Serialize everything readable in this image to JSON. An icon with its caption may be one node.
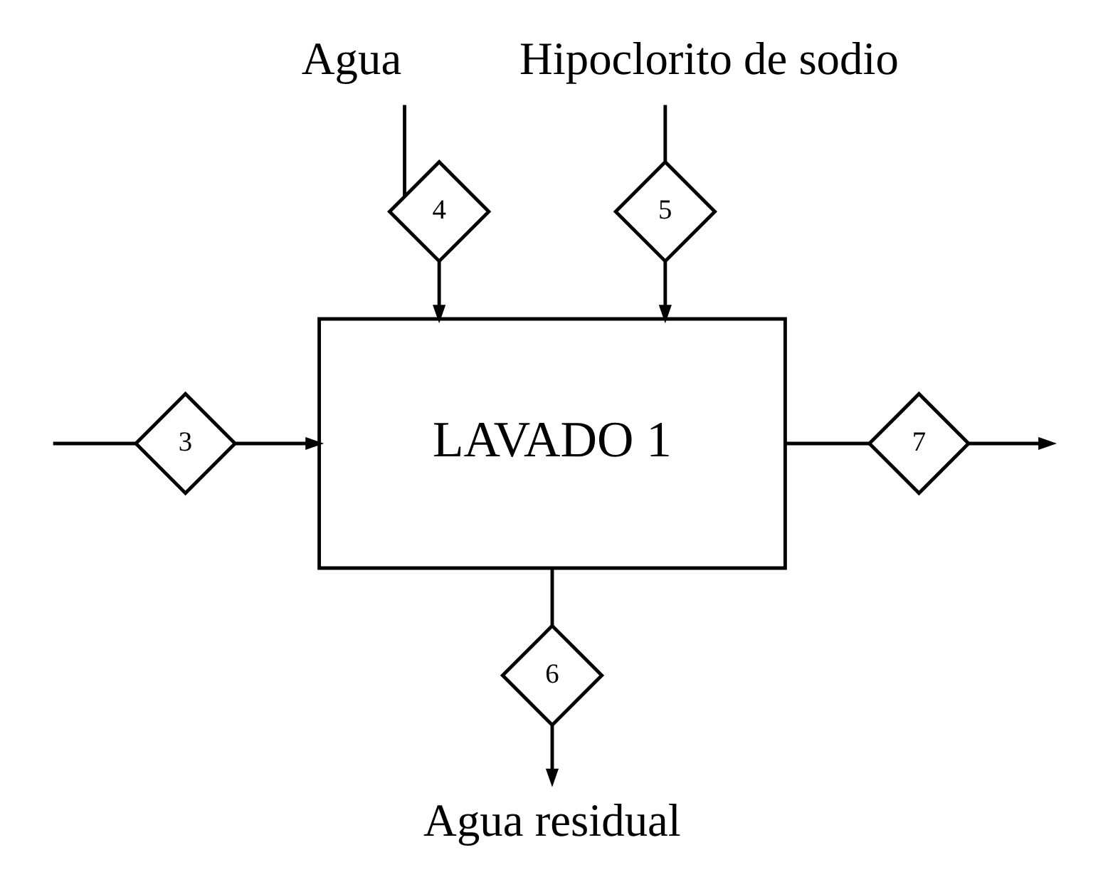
{
  "diagram": {
    "nodes": [
      {
        "text": [
          "Agua"
        ]
      },
      {
        "text": [
          "4"
        ]
      },
      {
        "text": [
          "Hipoclorito de sodio"
        ]
      },
      {
        "text": [
          "5"
        ]
      },
      {
        "text": [
          "3"
        ]
      },
      {
        "text": [
          "LAVADO 1"
        ]
      },
      {
        "text": [
          "7"
        ]
      },
      {
        "text": [
          "6"
        ]
      },
      {
        "text": [
          "Agua residual"
        ]
      }
    ],
    "edges": [
      {
        "from": 0,
        "to": 1,
        "arrow": "none"
      },
      {
        "from": 1,
        "to": 5,
        "arrow": "to"
      },
      {
        "from": 2,
        "to": 3,
        "arrow": "none"
      },
      {
        "from": 3,
        "to": 5,
        "arrow": "to"
      },
      {
        "from": null,
        "to": 4,
        "arrow": "none"
      },
      {
        "from": 4,
        "to": 5,
        "arrow": "to"
      },
      {
        "from": 5,
        "to": 6,
        "arrow": "none"
      },
      {
        "from": 6,
        "to": null,
        "arrow": "to"
      },
      {
        "from": 5,
        "to": 7,
        "arrow": "none"
      },
      {
        "from": 7,
        "to": 8,
        "arrow": "to"
      }
    ]
  }
}
